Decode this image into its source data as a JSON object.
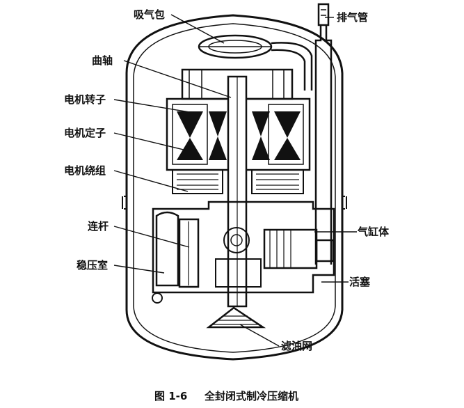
{
  "labels": {
    "suction_bag": "吸气包",
    "discharge_pipe": "排气管",
    "crankshaft": "曲轴",
    "motor_rotor": "电机转子",
    "motor_stator": "电机定子",
    "motor_winding": "电机绕组",
    "connecting_rod": "连杆",
    "surge_chamber": "稳压室",
    "cylinder_block": "气缸体",
    "piston": "活塞",
    "oil_filter": "滤油网"
  },
  "caption": {
    "number": "图 1-6",
    "title": "全封闭式制冷压缩机"
  }
}
